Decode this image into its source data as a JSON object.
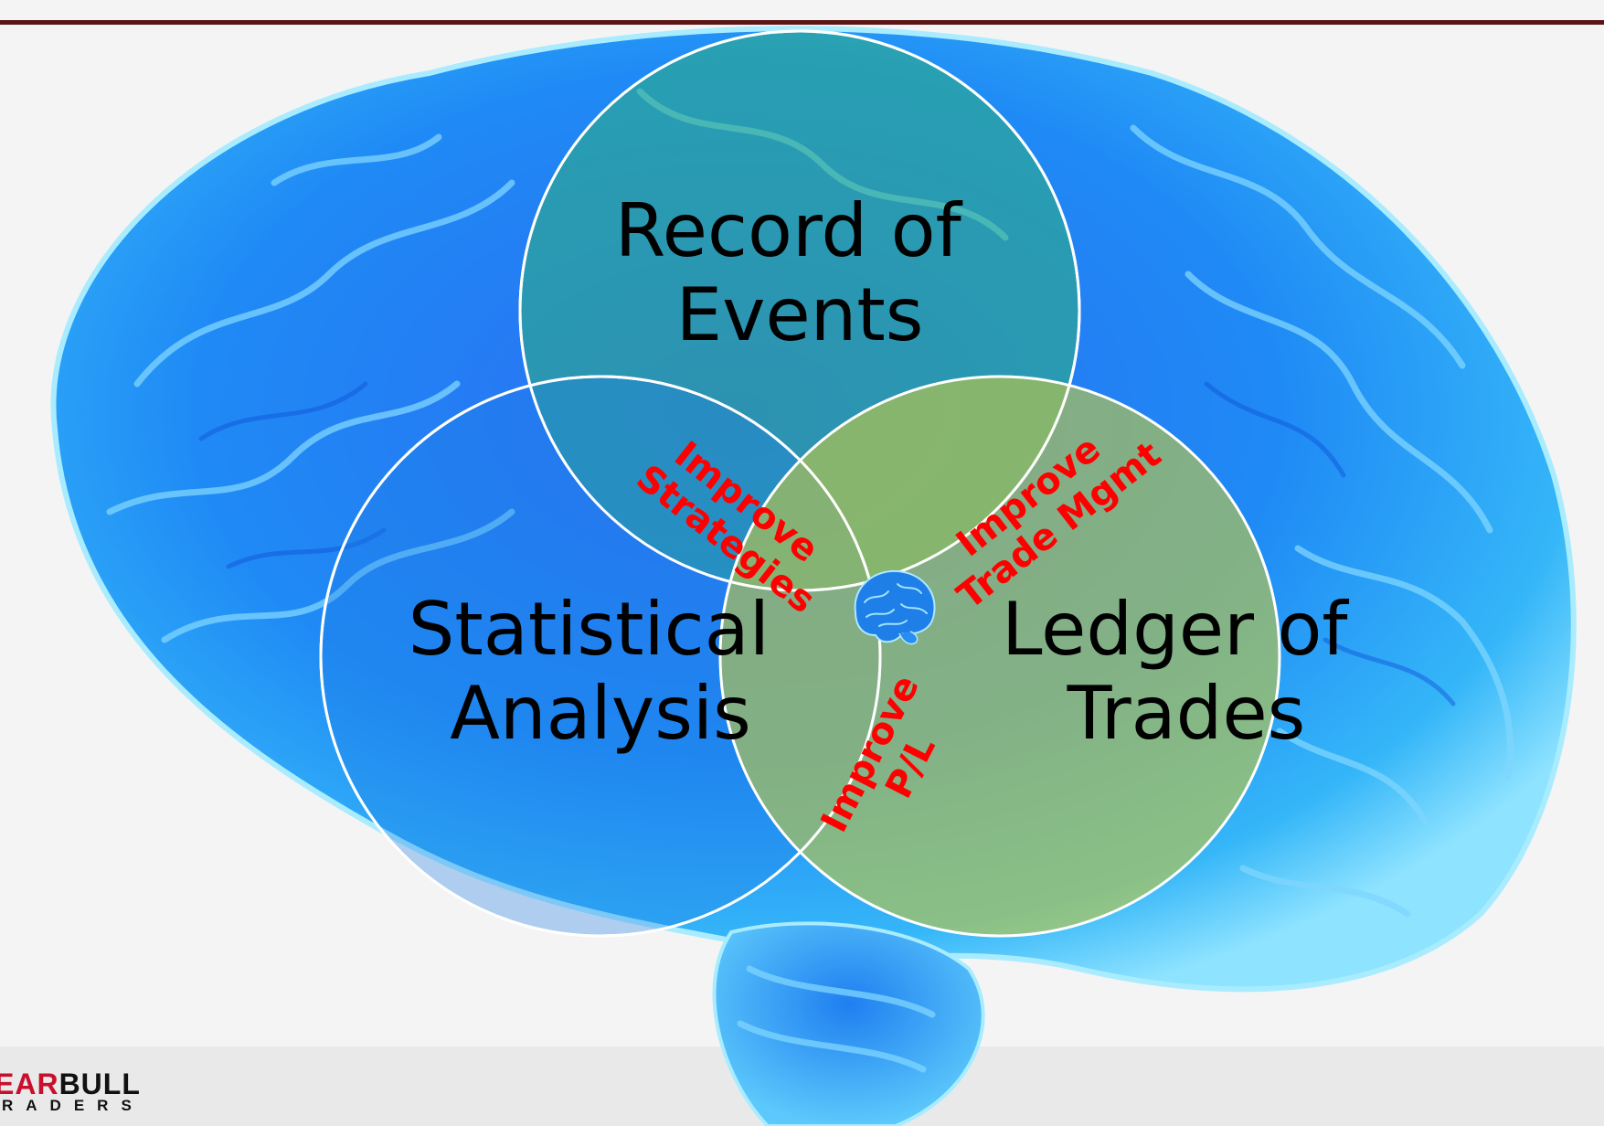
{
  "diagram": {
    "circles": [
      {
        "id": "top",
        "lines": [
          "Record of",
          "Events"
        ],
        "fill": "#2fae7c"
      },
      {
        "id": "left",
        "lines": [
          "Statistical",
          "Analysis"
        ],
        "fill": "#1e7fe6"
      },
      {
        "id": "right",
        "lines": [
          "Ledger of",
          "Trades"
        ],
        "fill": "#b9c64a"
      }
    ],
    "overlaps": {
      "top_left": [
        "Improve",
        "Strategies"
      ],
      "top_right": [
        "Improve",
        "Trade Mgmt"
      ],
      "left_right": [
        "Improve",
        "P/L"
      ]
    },
    "center_icon": "brain-icon",
    "background_icon": "brain-illustration"
  },
  "logo": {
    "word_red": "EAR",
    "word_black": "BULL",
    "subtitle": "RADERS"
  },
  "colors": {
    "brain_blue": "#1e88ff",
    "overlap_text": "#ff0000",
    "top_rule": "#5a1414"
  }
}
